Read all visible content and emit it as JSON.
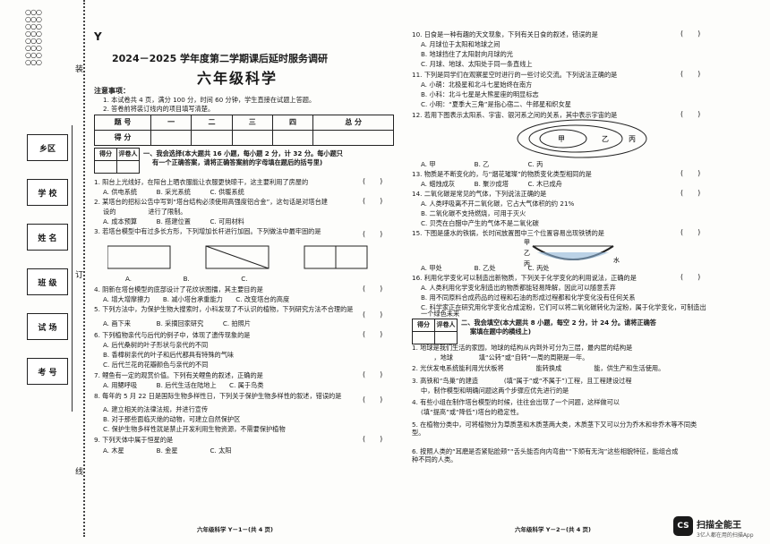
{
  "corner_mark": "Y",
  "header_title": "2024－2025 学年度第二学期课后延时服务调研",
  "subject_title": "六年级科学",
  "notice": {
    "head": "注意事项：",
    "lines": [
      "1. 本试卷共 4 页，满分 100 分，时间 60 分钟，学生直接在试题上答题。",
      "2. 答卷前将装订线内的项目填写清楚。"
    ]
  },
  "score_table": {
    "headers": [
      "题 号",
      "一",
      "二",
      "三",
      "四",
      "总 分"
    ],
    "row_label": "得 分"
  },
  "binding_fields": [
    "乡区",
    "学 校",
    "姓 名",
    "班 级",
    "试 场",
    "考 号"
  ],
  "binding_marks": [
    "装",
    "订",
    "线"
  ],
  "mini_table": [
    "得分",
    "评卷人"
  ],
  "section1": {
    "title": "一、我会选择(本大题共 16 小题，每小题 2 分，计 32 分。每小题只",
    "title2": "有一个正确答案，请将正确答案前的字母填在题后的括号里)"
  },
  "left_lines": [
    "1. 阳台上光线好，在阳台上晒衣服能让衣服更快晾干，这主要利用了房屋的",
    "A. 供电系统　　　B. 采光系统　　　C. 供暖系统",
    "2. 某塔台的招标公告中写到“塔台结构必须使用高强度铝合金”，这句话是对塔台建",
    "设的　　　　　进行了限制。",
    "A. 成本预算　　　B. 搭建位置　　　C. 可用材料",
    "3. 若塔台模型中有过多长方形，下列增加长杆进行加固。下列做法中最牢固的是",
    "A.　　　　　　　　B.　　　　　　　　C.",
    "4. 阴新在塔台模型的底部设计了花纹状图擂，其主要目的是",
    "A. 增大增摩擦力　　B. 减小塔台承重能力　　C. 改变塔台的高度",
    "5. 下列方法中，为保护生物大搜索时，小科发现了不认识的植物，下列研究方法不合理的是",
    "A. 画下来　　　　B. 采摘回家研究　　　C. 拍照片",
    "6. 下列植物亲代与后代的例子中，体现了遗传现象的是",
    "A. 后代桑树的叶子形状与亲代的不同",
    "B. 香樟树亲代的叶子和后代都具有特殊的气味",
    "C. 后代兰花的花瓣颜色与亲代的不同",
    "7. 鲤鱼有一定的观赏价值。下列有关鲤鱼的叙述，正确的是",
    "A. 用鳃呼吸　　　B. 后代生活在陆地上　　C. 属于鸟类",
    "8. 每年的 5 月 22 日是国际生物多样性日，下列关于保护生物多样性的叙述，错误的是",
    "A. 建立相关的法律法规，并进行宣传",
    "B. 对于那些面临灭绝的动物，可建立自然保护区",
    "C. 保护生物多样性就是禁止开发利用生物资源，不需要保护植物",
    "9. 下列天体中属于恒星的是",
    "A. 木星　　　　　B. 金星　　　　　C. 太阳"
  ],
  "left_footer": "六年级科学 Y－1－(共 4 页)",
  "right_lines": [
    "10. 日食是一种有趣的天文现象，下列有关日食的叙述，错误的是",
    "A. 月球位于太阳和地球之间",
    "B. 地球挡住了太阳射向月球的光",
    "C. 月球、地球、太阳处于同一条直线上",
    "11. 下列是同学们在观察星空时进行的一些讨论交流。下列说法正确的是",
    "A. 小萌：北极星和北斗七星始终在南方",
    "B. 小科：北斗七星是大熊星座的明显标志",
    "C. 小明：“夏季大三角”是指心宿二、牛郎星和织女星",
    "12. 若用下图表示太阳系、宇宙、银河系之间的关系，其中表示宇宙的是",
    "A. 甲　　　　　　B. 乙　　　　　　C. 丙",
    "13. 物质是不断变化的，与“烟花璀璨”的物质变化类型相同的是",
    "A. 蜡烛成灰　　　B. 聚沙成塔　　　C. 木已成舟",
    "14. 二氧化碳是常见的气体，下列说法正确的是",
    "A. 人类呼吸离不开二氧化碳，它占大气体积的约 21%",
    "B. 二氧化碳不支持燃烧，可用于灭火",
    "C. 贝壳在白醋中产生的气体不是二氧化碳",
    "15. 下图是盛水的铁锅，长时间放置图中三个位置容易出现铁锈的是",
    "A. 甲处　　　　　B. 乙处　　　　　C. 丙处",
    "16. 利用化学变化可以制造出新物质，下列关于化学变化的利用说法，正确的是",
    "A. 人类利用化学变化制造出的物质都能轻易降解，因此可以随意丢弃",
    "B. 用不同原料合成药品的过程和石油的形成过程都和化学变化没有任何关系",
    "C. 科学家正在研究用化学变化合成淀粉，它们可以将二氧化碳转化为淀粉，属于化学变化，可制造出一个绿色未来"
  ],
  "section2": {
    "title": "二、我会填空(本大题共 8 小题，每空 2 分，计 24 分。请将正确答",
    "title2": "案填在题中的横线上)"
  },
  "fill_lines": [
    "1. 地球是我们生活的家园，地球的结构从内到外可分为三层，最内层的结构是",
    "　　，地球　　　　填“公转”或“自转”一周的周期是一年。",
    "2. 光伏发电系统能利用光伏板将　　　　　能转换成　　　　　能，供生产和生活使用。",
    "3. 高铁和“鸟巢”的建造　　　　(填“属于”或“不属于”)工程，且工程建设过程",
    "中，制作模型和明确问题这两个步骤应优先进行的是",
    "4. 有些小组在制作塔台模型的时候，往往会出现了一个问题，这样做可以",
    "(填“提高”或“降低”)塔台的稳定性。",
    "5. 在植物分类中，可将植物分为草质茎和木质茎两大类，木质茎下又可以分为乔木和非乔木等不同类型。",
    "6. 按照人类的“耳磨是否紧贴脸颊”“舌头能否向内弯曲”“下颌有无沟”这些相貌特征，能组合成　　　　　种不同的人类。"
  ],
  "right_footer": "六年级科学 Y－2－(共 4 页)",
  "diagram_labels": {
    "jia": "甲",
    "yi": "乙",
    "bing": "丙"
  },
  "pot_labels": {
    "jia": "甲",
    "yi": "乙",
    "bing": "丙",
    "water": "水"
  },
  "app_logo": {
    "name": "扫描全能王",
    "sub": "3亿人都在用的扫描App",
    "badge": "CS"
  },
  "paren": "(　　)"
}
